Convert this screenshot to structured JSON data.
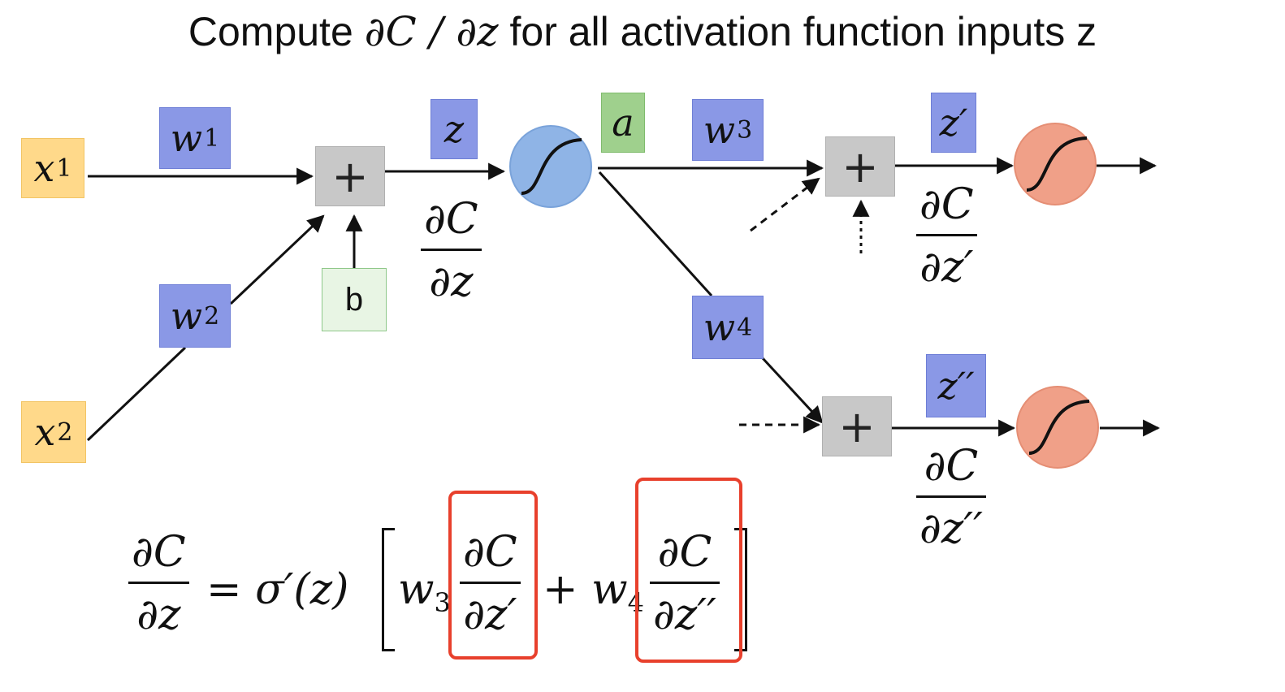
{
  "title": {
    "prefix": "Compute ",
    "math": "∂C / ∂z",
    "suffix": " for all activation function inputs z"
  },
  "nodes": {
    "x1": {
      "var": "x",
      "sub": "1"
    },
    "x2": {
      "var": "x",
      "sub": "2"
    },
    "w1": {
      "var": "w",
      "sub": "1"
    },
    "w2": {
      "var": "w",
      "sub": "2"
    },
    "w3": {
      "var": "w",
      "sub": "3"
    },
    "w4": {
      "var": "w",
      "sub": "4"
    },
    "b": "b",
    "z": "z",
    "a": "a",
    "z_prime": "z′",
    "z_double_prime": "z′′",
    "plus": "+"
  },
  "fractions": {
    "dC_dz": {
      "num": "∂C",
      "den": "∂z"
    },
    "dC_dz_prime": {
      "num": "∂C",
      "den": "∂z′"
    },
    "dC_dz_double_prime": {
      "num": "∂C",
      "den": "∂z′′"
    }
  },
  "equation": {
    "lhs": {
      "num": "∂C",
      "den": "∂z"
    },
    "equals_sigma": "= σ′(z)",
    "w3": "w",
    "w3_sub": "3",
    "plus_w4": "+ w",
    "w4_sub": "4",
    "term1": {
      "num": "∂C",
      "den": "∂z′"
    },
    "term2": {
      "num": "∂C",
      "den": "∂z′′"
    }
  },
  "colors": {
    "blue": "#8a98e6",
    "yellow": "#ffd98a",
    "green": "#9fd08d",
    "sigmoid_blue": "#8fb4e6",
    "sigmoid_orange": "#f0a088",
    "highlight": "#e8402c"
  },
  "icons": [
    "sigmoid-icon",
    "arrow-icon"
  ]
}
